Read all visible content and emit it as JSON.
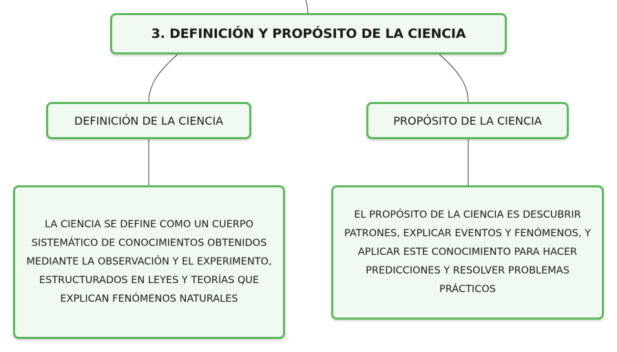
{
  "title": "3. DEFINICIÓN Y PROPÓSITO DE LA CIENCIA",
  "branches": {
    "definicion": {
      "label": "DEFINICIÓN DE LA CIENCIA",
      "text": "LA CIENCIA SE DEFINE COMO UN CUERPO SISTEMÁTICO DE CONOCIMIENTOS OBTENIDOS MEDIANTE LA OBSERVACIÓN Y EL EXPERIMENTO, ESTRUCTURADOS EN LEYES Y TEORÍAS QUE EXPLICAN FENÓMENOS NATURALES"
    },
    "proposito": {
      "label": "PROPÓSITO DE LA CIENCIA",
      "text": "EL PROPÓSITO DE LA CIENCIA ES DESCUBRIR PATRONES, EXPLICAR EVENTOS Y FENÓMENOS, Y APLICAR ESTE CONOCIMIENTO PARA HACER PREDICCIONES Y RESOLVER PROBLEMAS PRÁCTICOS"
    }
  },
  "colors": {
    "node_border": "#5cb85c",
    "node_fill": "#f1faf1",
    "connector": "#555555"
  }
}
